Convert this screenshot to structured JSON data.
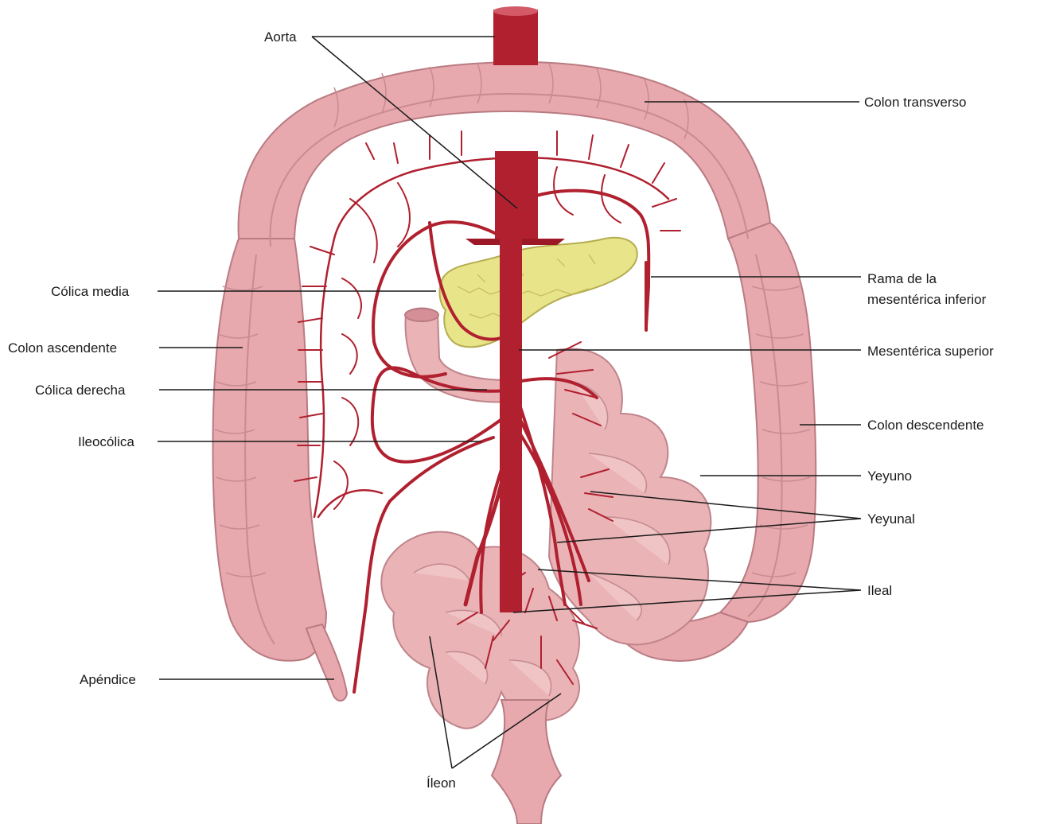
{
  "labels": {
    "aorta": "Aorta",
    "colon_transverso": "Colon transverso",
    "rama_1": "Rama de la",
    "rama_2": "mesentérica inferior",
    "colica_media": "Cólica media",
    "colon_ascendente": "Colon ascendente",
    "mesenterica_superior": "Mesentérica superior",
    "colica_derecha": "Cólica derecha",
    "colon_descendente": "Colon descendente",
    "ileocolica": "Ileocólica",
    "yeyuno": "Yeyuno",
    "yeyunal": "Yeyunal",
    "ileal": "Ileal",
    "apendice": "Apéndice",
    "ileon": "Íleon"
  },
  "colors": {
    "colon": "#e7a9ad",
    "small_intestine": "#eab3b6",
    "artery": "#b0202f",
    "pancreas": "#e8e48a",
    "background": "#ffffff"
  }
}
